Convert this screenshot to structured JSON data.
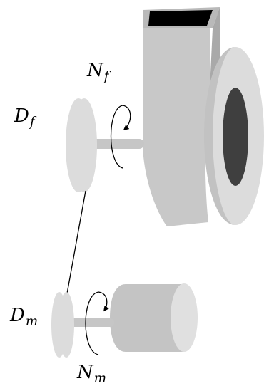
{
  "labels": {
    "fan_pulley": {
      "main": "D",
      "sub": "f"
    },
    "fan_speed": {
      "main": "N",
      "sub": "f"
    },
    "motor_pulley": {
      "main": "D",
      "sub": "m"
    },
    "motor_speed": {
      "main": "N",
      "sub": "m"
    }
  },
  "colors": {
    "housing_light": "#c8c8c8",
    "housing_mid": "#b9b9b9",
    "housing_dark": "#a9a9a9",
    "inlet_ring": "#dcdcdc",
    "inlet_hole": "#3f3f3f",
    "outlet": "#000000",
    "pulley": "#dcdcdc",
    "shaft": "#c6c6c6",
    "motor_body": "#c4c4c4",
    "motor_face": "#e0e0e0",
    "belt": "#000000"
  }
}
